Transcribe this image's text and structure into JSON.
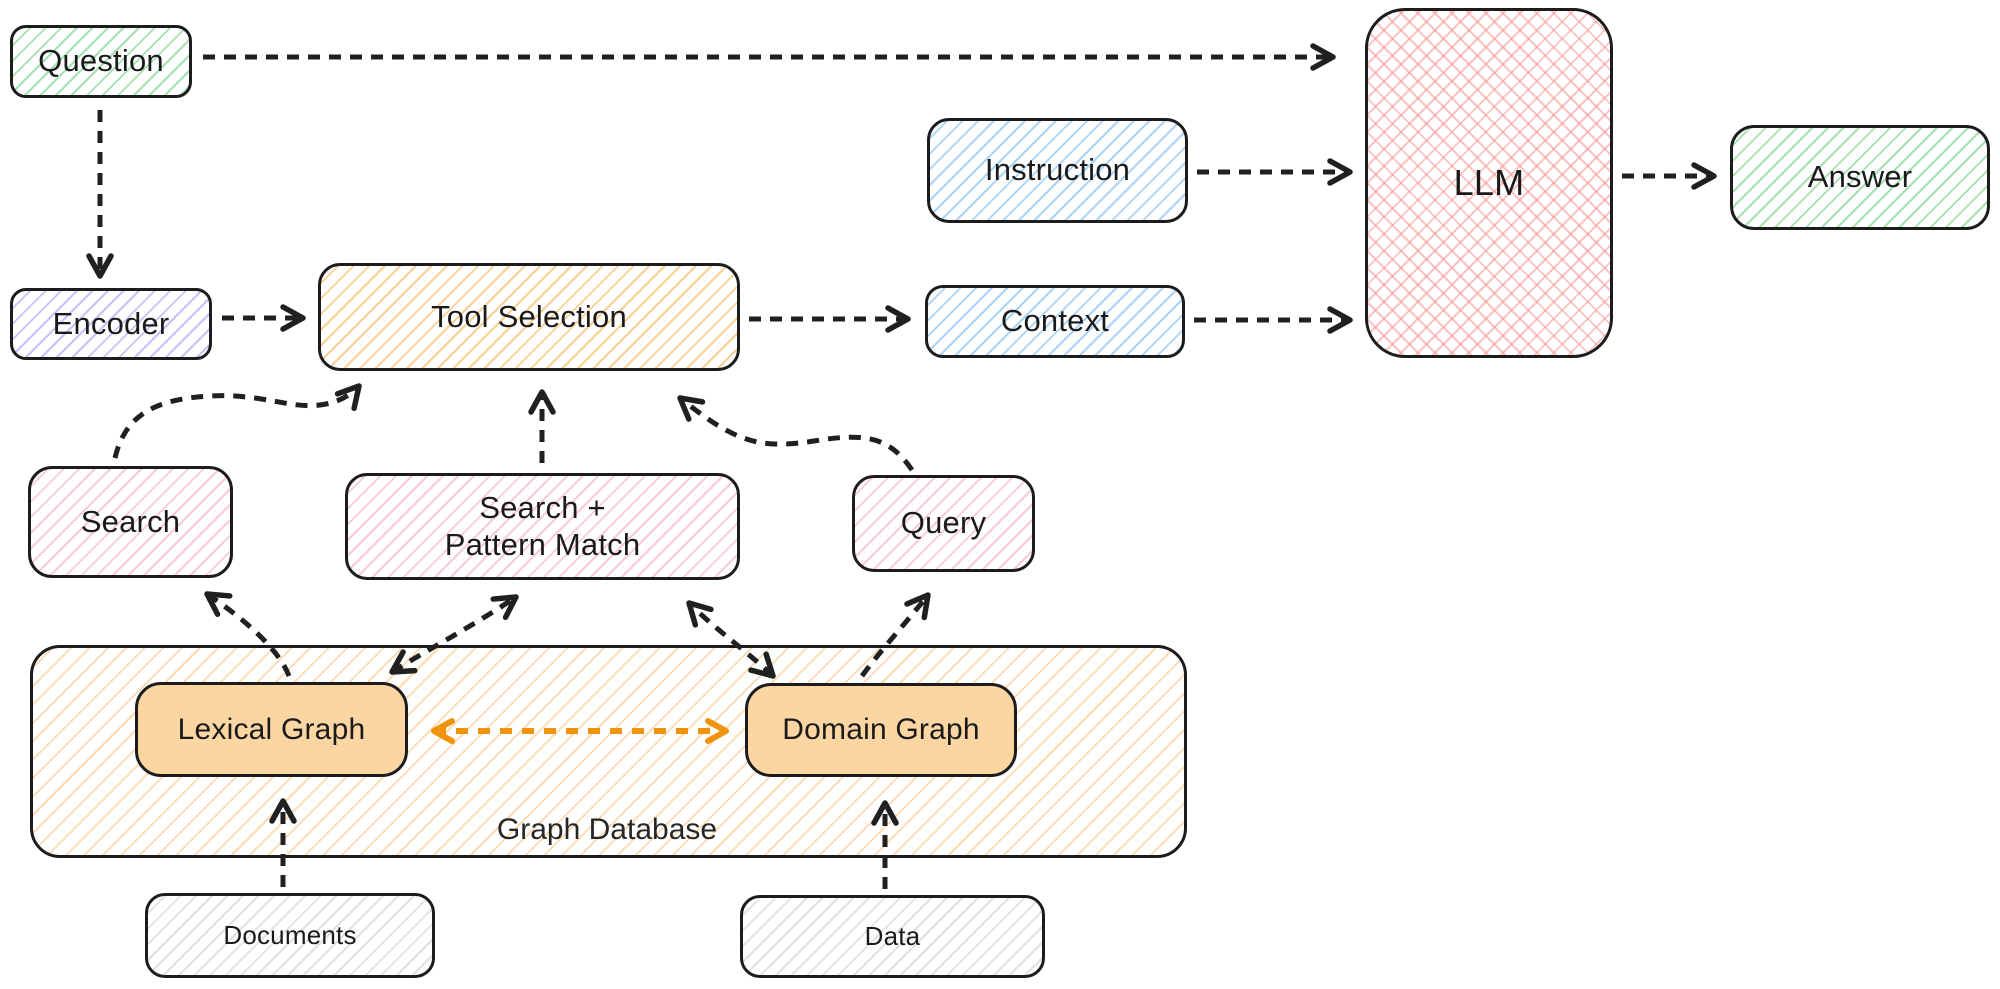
{
  "diagram": {
    "nodes": {
      "question": {
        "label": "Question"
      },
      "encoder": {
        "label": "Encoder"
      },
      "tool_selection": {
        "label": "Tool Selection"
      },
      "instruction": {
        "label": "Instruction"
      },
      "context": {
        "label": "Context"
      },
      "llm": {
        "label": "LLM"
      },
      "answer": {
        "label": "Answer"
      },
      "search": {
        "label": "Search"
      },
      "search_pattern_match": {
        "label": "Search + Pattern Match",
        "lines": [
          "Search +",
          "Pattern Match"
        ]
      },
      "query": {
        "label": "Query"
      },
      "graph_database": {
        "label": "Graph Database"
      },
      "lexical_graph": {
        "label": "Lexical Graph"
      },
      "domain_graph": {
        "label": "Domain Graph"
      },
      "documents": {
        "label": "Documents"
      },
      "data": {
        "label": "Data"
      }
    },
    "edges": [
      {
        "from": "Question",
        "to": "LLM",
        "style": "dashed",
        "color": "black",
        "heads": "end"
      },
      {
        "from": "Question",
        "to": "Encoder",
        "style": "dashed",
        "color": "black",
        "heads": "end"
      },
      {
        "from": "Encoder",
        "to": "Tool Selection",
        "style": "dashed",
        "color": "black",
        "heads": "end"
      },
      {
        "from": "Tool Selection",
        "to": "Context",
        "style": "dashed",
        "color": "black",
        "heads": "end"
      },
      {
        "from": "Instruction",
        "to": "LLM",
        "style": "dashed",
        "color": "black",
        "heads": "end"
      },
      {
        "from": "Context",
        "to": "LLM",
        "style": "dashed",
        "color": "black",
        "heads": "end"
      },
      {
        "from": "LLM",
        "to": "Answer",
        "style": "dashed",
        "color": "black",
        "heads": "end"
      },
      {
        "from": "Search",
        "to": "Tool Selection",
        "style": "dashed",
        "color": "black",
        "heads": "end"
      },
      {
        "from": "Search + Pattern Match",
        "to": "Tool Selection",
        "style": "dashed",
        "color": "black",
        "heads": "end"
      },
      {
        "from": "Query",
        "to": "Tool Selection",
        "style": "dashed",
        "color": "black",
        "heads": "end"
      },
      {
        "from": "Lexical Graph",
        "to": "Search",
        "style": "dashed",
        "color": "black",
        "heads": "end"
      },
      {
        "from": "Lexical Graph",
        "to": "Search + Pattern Match",
        "style": "dashed",
        "color": "black",
        "heads": "both"
      },
      {
        "from": "Domain Graph",
        "to": "Search + Pattern Match",
        "style": "dashed",
        "color": "black",
        "heads": "both"
      },
      {
        "from": "Domain Graph",
        "to": "Query",
        "style": "dashed",
        "color": "black",
        "heads": "end"
      },
      {
        "from": "Lexical Graph",
        "to": "Domain Graph",
        "style": "dashed",
        "color": "orange",
        "heads": "both"
      },
      {
        "from": "Documents",
        "to": "Lexical Graph",
        "style": "dashed",
        "color": "black",
        "heads": "end"
      },
      {
        "from": "Data",
        "to": "Domain Graph",
        "style": "dashed",
        "color": "black",
        "heads": "end"
      }
    ],
    "colors": {
      "arrow": "#202020",
      "arrow_accent_orange": "#f0930f",
      "hatch_green": "#57ca6e",
      "hatch_purple": "#9283f3",
      "hatch_blue": "#60b0f4",
      "hatch_orange": "#f7a63d",
      "hatch_pink": "#f494b7",
      "hatch_red": "#f68a8a",
      "hatch_gray": "#a0acb8",
      "graph_node_fill": "#fcd6a2",
      "border": "#1c1c1c",
      "background": "#ffffff"
    }
  }
}
